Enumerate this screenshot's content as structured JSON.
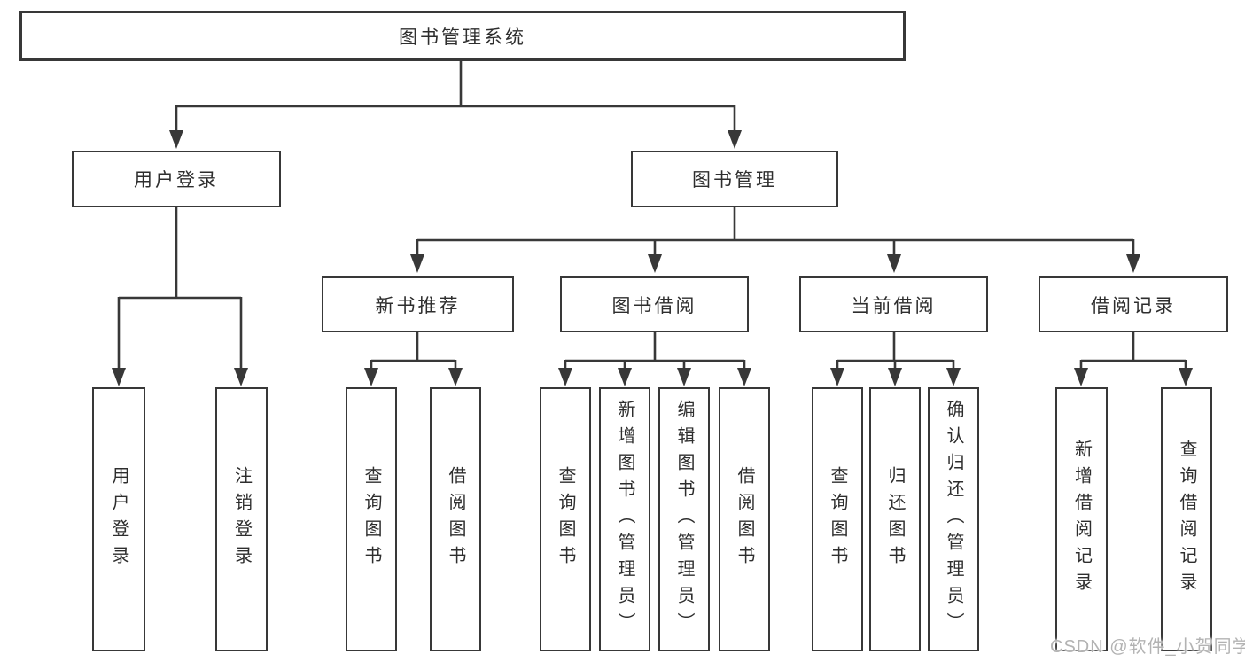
{
  "tree": {
    "label": "图书管理系统",
    "children": [
      {
        "label": "用户登录",
        "children": [
          {
            "label": "用户登录"
          },
          {
            "label": "注销登录"
          }
        ]
      },
      {
        "label": "图书管理",
        "children": [
          {
            "label": "新书推荐",
            "children": [
              {
                "label": "查询图书"
              },
              {
                "label": "借阅图书"
              }
            ]
          },
          {
            "label": "图书借阅",
            "children": [
              {
                "label": "查询图书"
              },
              {
                "label": "新增图书（管理员）"
              },
              {
                "label": "编辑图书（管理员）"
              },
              {
                "label": "借阅图书"
              }
            ]
          },
          {
            "label": "当前借阅",
            "children": [
              {
                "label": "查询图书"
              },
              {
                "label": "归还图书"
              },
              {
                "label": "确认归还（管理员）"
              }
            ]
          },
          {
            "label": "借阅记录",
            "children": [
              {
                "label": "新增借阅记录"
              },
              {
                "label": "查询借阅记录"
              }
            ]
          }
        ]
      }
    ]
  },
  "watermark": "CSDN @软件_小贺同学",
  "colors": {
    "line": "#383838",
    "text": "#2e2e2e",
    "box_background": "#ffffff",
    "watermark": "#b3b3b3"
  }
}
